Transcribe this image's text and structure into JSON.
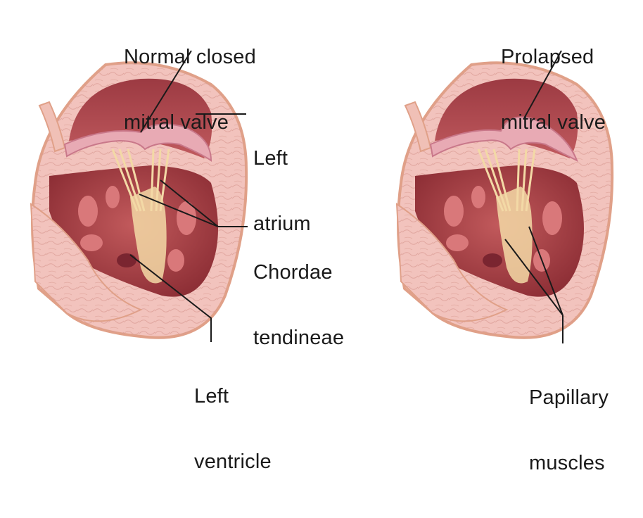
{
  "labels": {
    "normal_valve": [
      "Normal closed",
      "mitral valve"
    ],
    "left_atrium": [
      "Left",
      "atrium"
    ],
    "chordae": [
      "Chordae",
      "tendineae"
    ],
    "left_ventricle": [
      "Left",
      "ventricle"
    ],
    "prolapsed_valve": [
      "Prolapsed",
      "mitral valve"
    ],
    "papillary": [
      "Papillary",
      "muscles"
    ]
  },
  "colors": {
    "outer_wall": "#f2c3bd",
    "wall_edge": "#e0a088",
    "cavity": "#b0484c",
    "cavity_dark": "#8e2f36",
    "atrium_inner": "#b24a50",
    "valve": "#e8aab4",
    "chordae": "#f3d9a6",
    "leader_line": "#1a1a1a"
  }
}
